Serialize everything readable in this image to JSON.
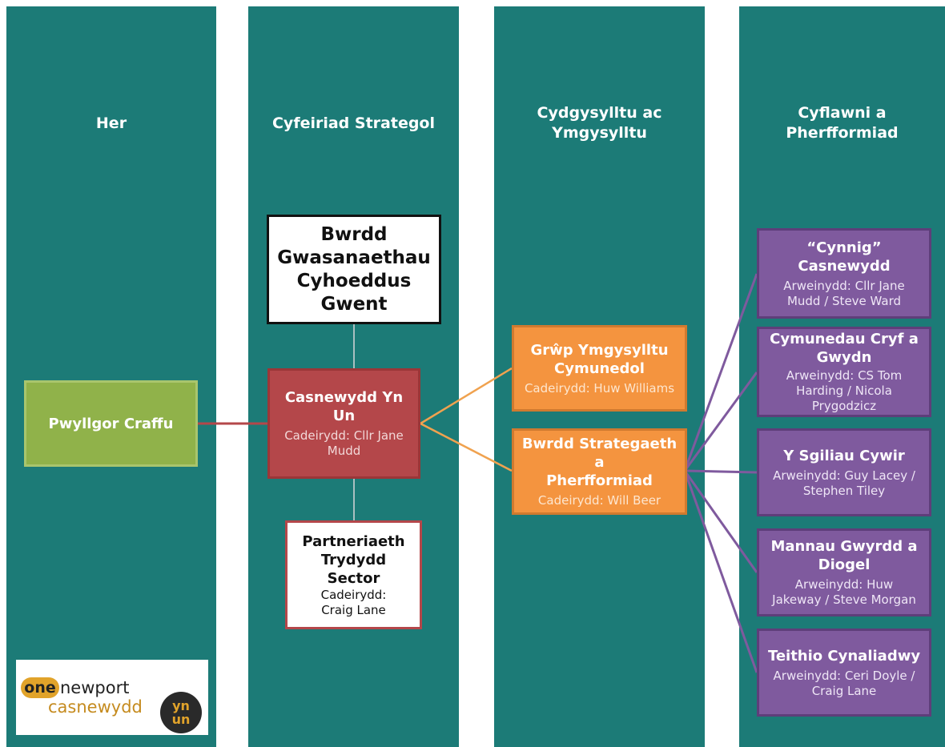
{
  "columns": [
    {
      "heading_lines": [
        "Her"
      ]
    },
    {
      "heading_lines": [
        "Cyfeiriad Strategol"
      ]
    },
    {
      "heading_lines": [
        "Cydgysylltu ac",
        "Ymgysylltu"
      ]
    },
    {
      "heading_lines": [
        "Cyflawni a",
        "Pherfformiad"
      ]
    }
  ],
  "boxes": {
    "pwyllgor": {
      "title": "Pwyllgor Craffu"
    },
    "bwrdd_gwent": {
      "title_lines": [
        "Bwrdd",
        "Gwasanaethau",
        "Cyhoeddus",
        "Gwent"
      ]
    },
    "casnewydd": {
      "title": "Casnewydd Yn Un",
      "sub_lines": [
        "Cadeirydd: Cllr Jane",
        "Mudd"
      ]
    },
    "partneriaeth": {
      "title_lines": [
        "Partneriaeth",
        "Trydydd",
        "Sector"
      ],
      "sub_lines": [
        "Cadeirydd:",
        "Craig Lane"
      ]
    },
    "grwp": {
      "title_lines": [
        "Grŵp Ymgysylltu",
        "Cymunedol"
      ],
      "sub": "Cadeirydd: Huw Williams"
    },
    "bwrdd_strategaeth": {
      "title_lines": [
        "Bwrdd Strategaeth a",
        "Pherfformiad"
      ],
      "sub": "Cadeirydd: Will Beer"
    },
    "cynnig": {
      "title_lines": [
        "“Cynnig”",
        "Casnewydd"
      ],
      "sub_lines": [
        "Arweinydd: Cllr Jane",
        "Mudd / Steve Ward"
      ]
    },
    "cymunedau": {
      "title_lines": [
        "Cymunedau Cryf a",
        "Gwydn"
      ],
      "sub_lines": [
        "Arweinydd: CS Tom",
        "Harding / Nicola",
        "Prygodzicz"
      ]
    },
    "sgiliau": {
      "title": "Y Sgiliau Cywir",
      "sub_lines": [
        "Arweinydd: Guy Lacey /",
        "Stephen Tiley"
      ]
    },
    "mannau": {
      "title_lines": [
        "Mannau Gwyrdd a",
        "Diogel"
      ],
      "sub_lines": [
        "Arweinydd: Huw",
        "Jakeway / Steve Morgan"
      ]
    },
    "teithio": {
      "title": "Teithio Cynaliadwy",
      "sub_lines": [
        "Arweinydd: Ceri Doyle /",
        "Craig Lane"
      ]
    }
  },
  "logo": {
    "one": "one",
    "newport": "newport",
    "casnewydd": "casnewydd",
    "yn": "yn",
    "un": "un"
  },
  "colors": {
    "column": "#1c7b77",
    "green": "#90b24a",
    "red": "#b4474a",
    "orange": "#f4943f",
    "purple": "#7f5a9e"
  }
}
